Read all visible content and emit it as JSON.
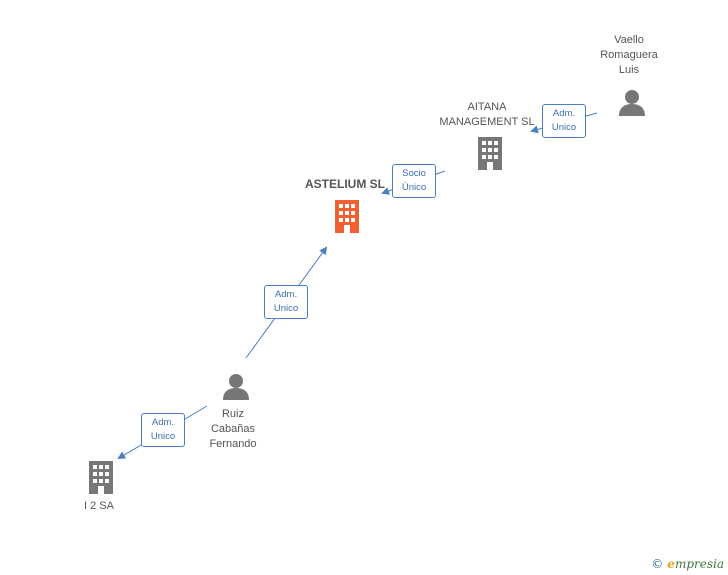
{
  "nodes": {
    "vaello": {
      "label": "Vaello\nRomaguera\nLuis",
      "kind": "person"
    },
    "aitana": {
      "label": "AITANA\nMANAGEMENT SL",
      "kind": "company"
    },
    "astelium": {
      "label": "ASTELIUM SL",
      "kind": "company-main"
    },
    "ruiz": {
      "label": "Ruiz\nCabañas\nFernando",
      "kind": "person"
    },
    "i2sa": {
      "label": "I 2 SA",
      "kind": "company"
    }
  },
  "edges": {
    "vaello_aitana": {
      "line1": "Adm.",
      "line2": "Unico"
    },
    "aitana_astelium": {
      "line1": "Socio",
      "line2": "Único"
    },
    "ruiz_astelium": {
      "line1": "Adm.",
      "line2": "Unico"
    },
    "ruiz_i2sa": {
      "line1": "Adm.",
      "line2": "Unico"
    }
  },
  "footer": {
    "copyright": "©",
    "brand_initial": "e",
    "brand_rest": "mpresia"
  },
  "colors": {
    "edge": "#4a7fc1",
    "person": "#777777",
    "company": "#777777",
    "main": "#f06030"
  }
}
